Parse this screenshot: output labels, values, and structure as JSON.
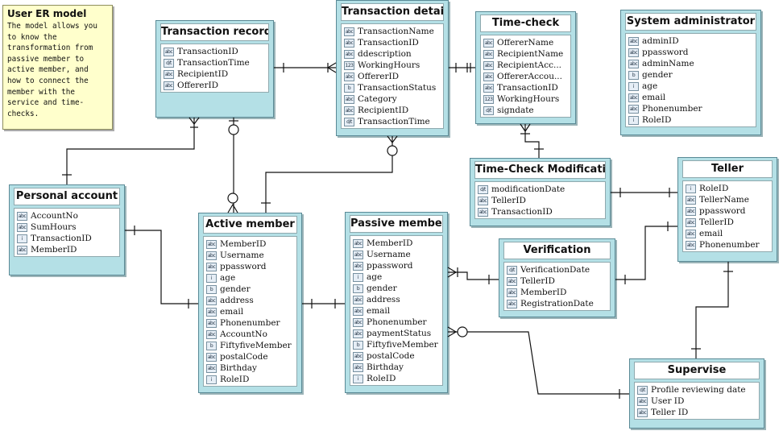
{
  "note": {
    "title": "User ER model",
    "body": "The model allows you\nto know the\ntransformation from\npassive member to\nactive member, and\nhow to connect the\nmember with the\nservice and time-\nchecks."
  },
  "entities": {
    "transaction_record": {
      "title": "Transaction record",
      "fields": [
        {
          "name": "TransactionID",
          "icon": "abc-icon"
        },
        {
          "name": "TransactionTime",
          "icon": "datetime-icon"
        },
        {
          "name": "RecipientID",
          "icon": "abc-icon"
        },
        {
          "name": "OffererID",
          "icon": "abc-icon"
        }
      ]
    },
    "transaction_details": {
      "title": "Transaction details",
      "fields": [
        {
          "name": "TransactionName",
          "icon": "abc-icon"
        },
        {
          "name": "TransactionID",
          "icon": "abc-icon"
        },
        {
          "name": "ddescription",
          "icon": "abc-icon"
        },
        {
          "name": "WorkingHours",
          "icon": "number-icon"
        },
        {
          "name": "OffererID",
          "icon": "abc-icon"
        },
        {
          "name": "TransactionStatus",
          "icon": "boolean-icon"
        },
        {
          "name": "Category",
          "icon": "abc-icon"
        },
        {
          "name": "RecipientID",
          "icon": "abc-icon"
        },
        {
          "name": "TransactionTime",
          "icon": "datetime-icon"
        }
      ]
    },
    "time_check": {
      "title": "Time-check",
      "fields": [
        {
          "name": "OffererName",
          "icon": "abc-icon"
        },
        {
          "name": "RecipientName",
          "icon": "abc-icon"
        },
        {
          "name": "RecipientAcc...",
          "icon": "abc-icon"
        },
        {
          "name": "OffererAccou...",
          "icon": "abc-icon"
        },
        {
          "name": "TransactionID",
          "icon": "abc-icon"
        },
        {
          "name": "WorkingHours",
          "icon": "number-icon"
        },
        {
          "name": "signdate",
          "icon": "datetime-icon"
        }
      ]
    },
    "system_administrator": {
      "title": "System administrator",
      "fields": [
        {
          "name": "adminID",
          "icon": "abc-icon"
        },
        {
          "name": "ppassword",
          "icon": "abc-icon"
        },
        {
          "name": "adminName",
          "icon": "abc-icon"
        },
        {
          "name": "gender",
          "icon": "boolean-icon"
        },
        {
          "name": "age",
          "icon": "integer-icon"
        },
        {
          "name": "email",
          "icon": "abc-icon"
        },
        {
          "name": "Phonenumber",
          "icon": "abc-icon"
        },
        {
          "name": "RoleID",
          "icon": "integer-icon"
        }
      ]
    },
    "time_check_modification": {
      "title": "Time-Check Modification",
      "fields": [
        {
          "name": "modificationDate",
          "icon": "datetime-icon"
        },
        {
          "name": "TellerID",
          "icon": "abc-icon"
        },
        {
          "name": "TransactionID",
          "icon": "abc-icon"
        }
      ]
    },
    "teller": {
      "title": "Teller",
      "fields": [
        {
          "name": "RoleID",
          "icon": "integer-icon"
        },
        {
          "name": "TellerName",
          "icon": "abc-icon"
        },
        {
          "name": "ppassword",
          "icon": "abc-icon"
        },
        {
          "name": "TellerID",
          "icon": "abc-icon"
        },
        {
          "name": "email",
          "icon": "abc-icon"
        },
        {
          "name": "Phonenumber",
          "icon": "abc-icon"
        }
      ]
    },
    "personal_account": {
      "title": "Personal account",
      "fields": [
        {
          "name": "AccountNo",
          "icon": "abc-icon"
        },
        {
          "name": "SumHours",
          "icon": "abc-icon"
        },
        {
          "name": "TransactionID",
          "icon": "integer-icon"
        },
        {
          "name": "MemberID",
          "icon": "abc-icon"
        }
      ]
    },
    "active_member": {
      "title": "Active member",
      "fields": [
        {
          "name": "MemberID",
          "icon": "abc-icon"
        },
        {
          "name": "Username",
          "icon": "abc-icon"
        },
        {
          "name": "ppassword",
          "icon": "abc-icon"
        },
        {
          "name": "age",
          "icon": "integer-icon"
        },
        {
          "name": "gender",
          "icon": "boolean-icon"
        },
        {
          "name": "address",
          "icon": "abc-icon"
        },
        {
          "name": "email",
          "icon": "abc-icon"
        },
        {
          "name": "Phonenumber",
          "icon": "abc-icon"
        },
        {
          "name": "AccountNo",
          "icon": "abc-icon"
        },
        {
          "name": "FiftyfiveMember",
          "icon": "boolean-icon"
        },
        {
          "name": "postalCode",
          "icon": "abc-icon"
        },
        {
          "name": "Birthday",
          "icon": "abc-icon"
        },
        {
          "name": "RoleID",
          "icon": "integer-icon"
        }
      ]
    },
    "passive_member": {
      "title": "Passive member",
      "fields": [
        {
          "name": "MemberID",
          "icon": "abc-icon"
        },
        {
          "name": "Username",
          "icon": "abc-icon"
        },
        {
          "name": "ppassword",
          "icon": "abc-icon"
        },
        {
          "name": "age",
          "icon": "integer-icon"
        },
        {
          "name": "gender",
          "icon": "boolean-icon"
        },
        {
          "name": "address",
          "icon": "abc-icon"
        },
        {
          "name": "email",
          "icon": "abc-icon"
        },
        {
          "name": "Phonenumber",
          "icon": "abc-icon"
        },
        {
          "name": "paymentStatus",
          "icon": "abc-icon"
        },
        {
          "name": "FiftyfiveMember",
          "icon": "boolean-icon"
        },
        {
          "name": "postalCode",
          "icon": "abc-icon"
        },
        {
          "name": "Birthday",
          "icon": "abc-icon"
        },
        {
          "name": "RoleID",
          "icon": "integer-icon"
        }
      ]
    },
    "verification": {
      "title": "Verification",
      "fields": [
        {
          "name": "VerificationDate",
          "icon": "datetime-icon"
        },
        {
          "name": "TellerID",
          "icon": "abc-icon"
        },
        {
          "name": "MemberID",
          "icon": "abc-icon"
        },
        {
          "name": "RegistrationDate",
          "icon": "abc-icon"
        }
      ]
    },
    "supervise": {
      "title": "Supervise",
      "fields": [
        {
          "name": "Profile reviewing date",
          "icon": "datetime-icon"
        },
        {
          "name": "User ID",
          "icon": "abc-icon"
        },
        {
          "name": "Teller ID",
          "icon": "abc-icon"
        }
      ]
    }
  },
  "icon_glyphs": {
    "abc-icon": "abc",
    "datetime-icon": "d/t",
    "number-icon": "123",
    "boolean-icon": "b",
    "integer-icon": "i"
  },
  "colors": {
    "entity_fill": "#b4e0e6",
    "entity_border": "#5a8a96",
    "note_fill": "#ffffcc",
    "connector": "#111111"
  }
}
